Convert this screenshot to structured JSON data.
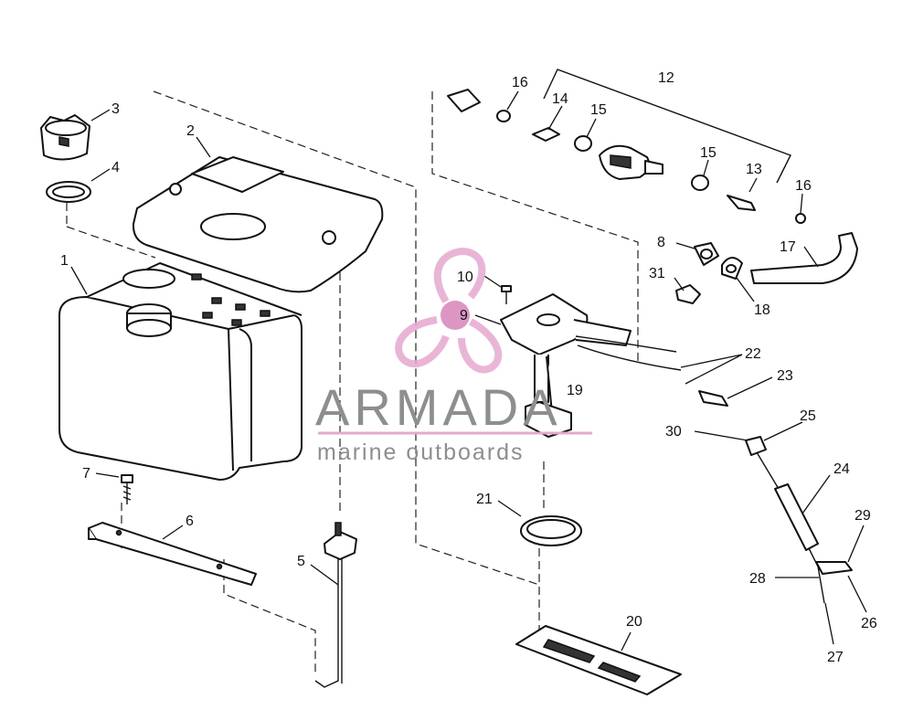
{
  "callouts": {
    "c1": "1",
    "c2": "2",
    "c3": "3",
    "c4": "4",
    "c5": "5",
    "c6": "6",
    "c7": "7",
    "c8": "8",
    "c9": "9",
    "c10": "10",
    "c12": "12",
    "c13": "13",
    "c14": "14",
    "c15a": "15",
    "c15b": "15",
    "c16a": "16",
    "c16b": "16",
    "c17": "17",
    "c18": "18",
    "c19": "19",
    "c20": "20",
    "c21": "21",
    "c22": "22",
    "c23": "23",
    "c24": "24",
    "c25": "25",
    "c26": "26",
    "c27": "27",
    "c28": "28",
    "c29": "29",
    "c30": "30",
    "c31": "31"
  },
  "watermark": {
    "brand": "ARMADA",
    "tagline": "marine outboards",
    "logo_color": "#e7a8cf",
    "hub_color": "#d884b8"
  },
  "colors": {
    "line": "#111111",
    "background": "#ffffff"
  }
}
